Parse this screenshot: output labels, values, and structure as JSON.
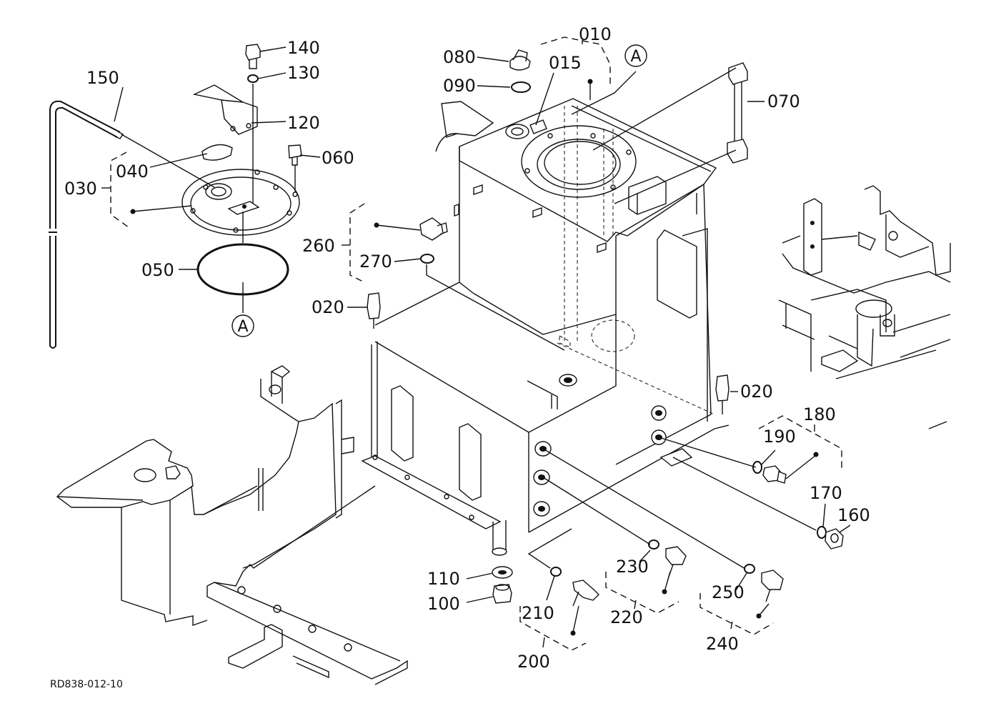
{
  "diagram": {
    "reference_code": "RD838-012-10",
    "detail_marker": "A",
    "part_labels": [
      {
        "id": "p010",
        "text": "010"
      },
      {
        "id": "p015",
        "text": "015"
      },
      {
        "id": "p020a",
        "text": "020"
      },
      {
        "id": "p020b",
        "text": "020"
      },
      {
        "id": "p030",
        "text": "030"
      },
      {
        "id": "p040",
        "text": "040"
      },
      {
        "id": "p050",
        "text": "050"
      },
      {
        "id": "p060",
        "text": "060"
      },
      {
        "id": "p070",
        "text": "070"
      },
      {
        "id": "p080",
        "text": "080"
      },
      {
        "id": "p090",
        "text": "090"
      },
      {
        "id": "p100",
        "text": "100"
      },
      {
        "id": "p110",
        "text": "110"
      },
      {
        "id": "p120",
        "text": "120"
      },
      {
        "id": "p130",
        "text": "130"
      },
      {
        "id": "p140",
        "text": "140"
      },
      {
        "id": "p150",
        "text": "150"
      },
      {
        "id": "p160",
        "text": "160"
      },
      {
        "id": "p170",
        "text": "170"
      },
      {
        "id": "p180",
        "text": "180"
      },
      {
        "id": "p190",
        "text": "190"
      },
      {
        "id": "p200",
        "text": "200"
      },
      {
        "id": "p210",
        "text": "210"
      },
      {
        "id": "p220",
        "text": "220"
      },
      {
        "id": "p230",
        "text": "230"
      },
      {
        "id": "p240",
        "text": "240"
      },
      {
        "id": "p250",
        "text": "250"
      },
      {
        "id": "p260",
        "text": "260"
      },
      {
        "id": "p270",
        "text": "270"
      }
    ]
  }
}
